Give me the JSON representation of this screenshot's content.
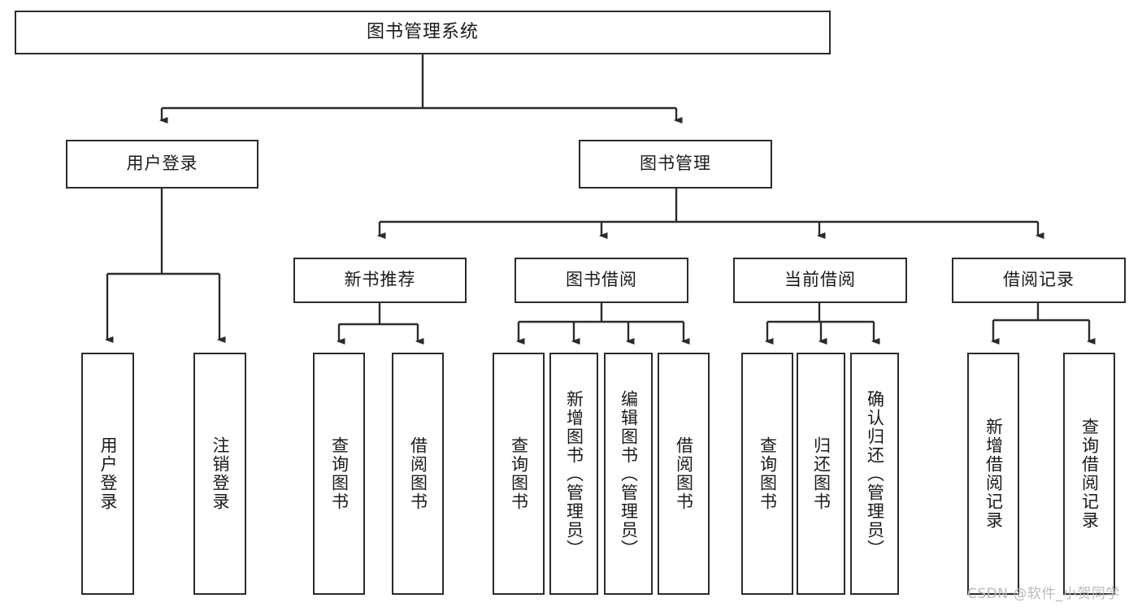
{
  "diagram": {
    "type": "tree",
    "title": "图书管理系统",
    "colors": {
      "border": "#2b2b2b",
      "background": "#ffffff",
      "text": "#1a1a1a",
      "edge": "#2b2b2b",
      "watermark": "#b9b9b9"
    },
    "levels": {
      "root": {
        "label": "图书管理系统"
      },
      "level2": [
        {
          "id": "user-login",
          "label": "用户登录"
        },
        {
          "id": "book-management",
          "label": "图书管理"
        }
      ],
      "level3": [
        {
          "id": "new-book-recommend",
          "label": "新书推荐",
          "parent": "book-management"
        },
        {
          "id": "book-borrow",
          "label": "图书借阅",
          "parent": "book-management"
        },
        {
          "id": "current-borrow",
          "label": "当前借阅",
          "parent": "book-management"
        },
        {
          "id": "borrow-record",
          "label": "借阅记录",
          "parent": "book-management"
        }
      ],
      "leaves": [
        {
          "id": "leaf-user-login",
          "label": "用户登录",
          "parent": "user-login"
        },
        {
          "id": "leaf-user-logout",
          "label": "注销登录",
          "parent": "user-login"
        },
        {
          "id": "leaf-query-book-1",
          "label": "查询图书",
          "parent": "new-book-recommend"
        },
        {
          "id": "leaf-borrow-book-1",
          "label": "借阅图书",
          "parent": "new-book-recommend"
        },
        {
          "id": "leaf-query-book-2",
          "label": "查询图书",
          "parent": "book-borrow"
        },
        {
          "id": "leaf-add-book",
          "label": "新增图书（管理员）",
          "parent": "book-borrow"
        },
        {
          "id": "leaf-edit-book",
          "label": "编辑图书（管理员）",
          "parent": "book-borrow"
        },
        {
          "id": "leaf-borrow-book-2",
          "label": "借阅图书",
          "parent": "book-borrow"
        },
        {
          "id": "leaf-query-book-3",
          "label": "查询图书",
          "parent": "current-borrow"
        },
        {
          "id": "leaf-return-book",
          "label": "归还图书",
          "parent": "current-borrow"
        },
        {
          "id": "leaf-confirm-return",
          "label": "确认归还（管理员）",
          "parent": "current-borrow"
        },
        {
          "id": "leaf-add-record",
          "label": "新增借阅记录",
          "parent": "borrow-record"
        },
        {
          "id": "leaf-query-record",
          "label": "查询借阅记录",
          "parent": "borrow-record"
        }
      ]
    }
  },
  "watermark": {
    "text": "CSDN @软件_小贺同学"
  }
}
